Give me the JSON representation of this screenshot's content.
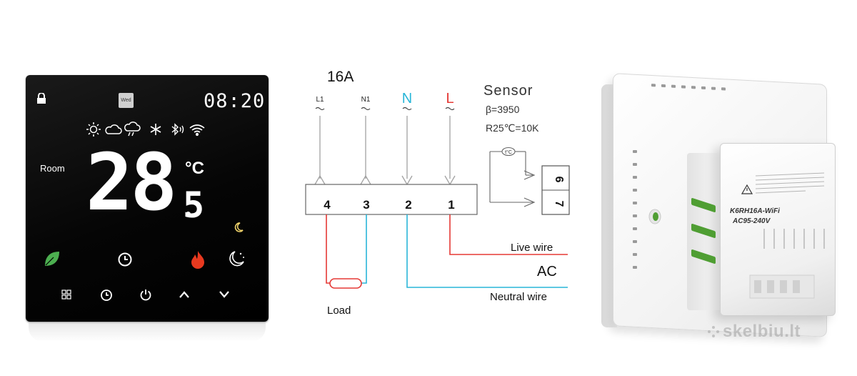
{
  "thermostat": {
    "clock": "08:20",
    "day": "Wed",
    "room_label": "Room",
    "temperature_int": "28",
    "temperature_frac": "5",
    "unit": "°C",
    "colors": {
      "leaf": "#4caf50",
      "flame": "#e8391f",
      "moon": "#f0d36b"
    },
    "icons": [
      "lock-icon",
      "sun-icon",
      "cloud-icon",
      "rain-icon",
      "snowflake-icon",
      "bluetooth-icon",
      "wifi-icon",
      "leaf-icon",
      "clock-icon",
      "flame-icon",
      "moon-icon",
      "grid-icon",
      "timer-icon",
      "power-icon",
      "up-arrow-icon",
      "down-arrow-icon"
    ]
  },
  "wiring": {
    "rating": "16A",
    "terminals_top": [
      "L1",
      "N1",
      "N",
      "L"
    ],
    "terminal_numbers": [
      "4",
      "3",
      "2",
      "1"
    ],
    "sensor_title": "Sensor",
    "sensor_beta": "β=3950",
    "sensor_r25": "R25℃=10K",
    "sensor_symbol": "t°C",
    "sensor_terminals": [
      "6",
      "7"
    ],
    "live_label": "Live wire",
    "ac_label": "AC",
    "neutral_label": "Neutral wire",
    "load_label": "Load",
    "colors": {
      "live": "#e53935",
      "neutral": "#29b6d8",
      "wire": "#9e9e9e"
    }
  },
  "back": {
    "model": "K6RH16A-WiFi",
    "voltage": "AC95-240V",
    "vent_color": "#4f9e33"
  },
  "watermark": "skelbiu.lt"
}
